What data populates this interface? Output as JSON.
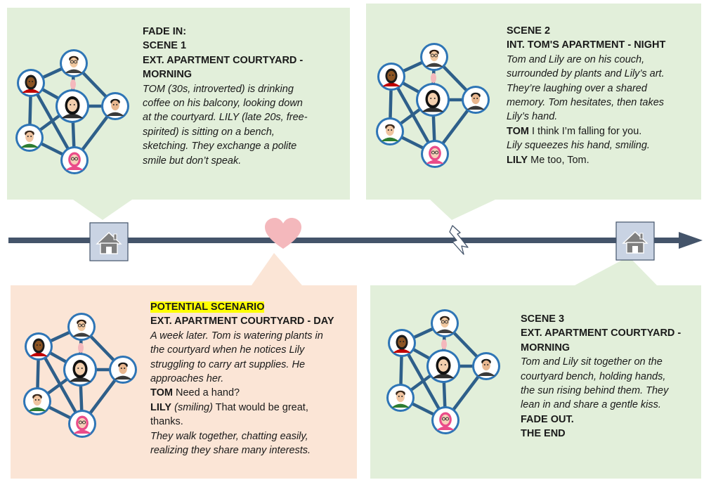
{
  "colors": {
    "green_panel": "#e2efda",
    "peach_panel": "#fbe5d6",
    "timeline": "#44546a",
    "heart": "#f4b8bc",
    "house_box": "#c9d3e3",
    "house": "#7f7f7f",
    "highlight": "#ffff00",
    "node_ring": "#2e75b6",
    "network_line": "#2e5f8a"
  },
  "icons": {
    "timeline_arrow": "arrow-right-icon",
    "marker_1": "house-icon",
    "marker_2": "heart-icon",
    "marker_3": "lightning-icon",
    "marker_4": "house-icon",
    "character_network": "people-network-icon"
  },
  "scene1": {
    "lines": [
      {
        "text": "FADE IN:",
        "style": "b"
      },
      {
        "text": "SCENE 1",
        "style": "b"
      },
      {
        "text": "EXT. APARTMENT COURTYARD -",
        "style": "b"
      },
      {
        "text": "MORNING",
        "style": "b"
      },
      {
        "text": "TOM (30s, introverted) is drinking",
        "style": "i"
      },
      {
        "text": "coffee on his balcony, looking down",
        "style": "i"
      },
      {
        "text": "at the courtyard. LILY (late 20s, free-",
        "style": "i"
      },
      {
        "text": "spirited) is sitting on a bench,",
        "style": "i"
      },
      {
        "text": "sketching. They exchange a polite",
        "style": "i"
      },
      {
        "text": "smile but don’t speak.",
        "style": "i"
      }
    ]
  },
  "scene2": {
    "lines": [
      {
        "text": "SCENE 2",
        "style": "b"
      },
      {
        "text": "INT. TOM'S APARTMENT - NIGHT",
        "style": "b"
      },
      {
        "text": "Tom and Lily are on his couch,",
        "style": "i"
      },
      {
        "text": "surrounded by plants and Lily’s art.",
        "style": "i"
      },
      {
        "text": "They’re laughing over a shared",
        "style": "i"
      },
      {
        "text": "memory. Tom hesitates, then takes",
        "style": "i"
      },
      {
        "text": "Lily’s hand.",
        "style": "i"
      },
      {
        "speaker": "TOM",
        "text": " I think I’m falling for you."
      },
      {
        "text": "Lily squeezes his hand, smiling.",
        "style": "i"
      },
      {
        "speaker": "LILY",
        "text": " Me too, Tom."
      }
    ]
  },
  "potential": {
    "lines": [
      {
        "text": "POTENTIAL SCENARIO",
        "style": "bh"
      },
      {
        "text": "EXT. APARTMENT COURTYARD - DAY",
        "style": "b"
      },
      {
        "text": "A week later. Tom is watering plants in",
        "style": "i"
      },
      {
        "text": "the courtyard when he notices Lily",
        "style": "i"
      },
      {
        "text": "struggling to carry art supplies. He",
        "style": "i"
      },
      {
        "text": "approaches her.",
        "style": "i"
      },
      {
        "speaker": "TOM",
        "text": " Need a hand?"
      },
      {
        "speaker": "LILY",
        "paren": " (smiling)",
        "text": " That would be great,"
      },
      {
        "text": "thanks.",
        "style": ""
      },
      {
        "text": "They walk together, chatting easily,",
        "style": "i"
      },
      {
        "text": "realizing they share many interests.",
        "style": "i"
      }
    ]
  },
  "scene3": {
    "lines": [
      {
        "text": "SCENE 3",
        "style": "b"
      },
      {
        "text": "EXT. APARTMENT COURTYARD -",
        "style": "b"
      },
      {
        "text": "MORNING",
        "style": "b"
      },
      {
        "text": "Tom and Lily sit together on the",
        "style": "i"
      },
      {
        "text": "courtyard bench, holding hands,",
        "style": "i"
      },
      {
        "text": "the sun rising behind them. They",
        "style": "i"
      },
      {
        "text": "lean in and share a gentle kiss.",
        "style": "i"
      },
      {
        "text": "FADE OUT.",
        "style": "b"
      },
      {
        "text": "THE END",
        "style": "b"
      }
    ]
  }
}
